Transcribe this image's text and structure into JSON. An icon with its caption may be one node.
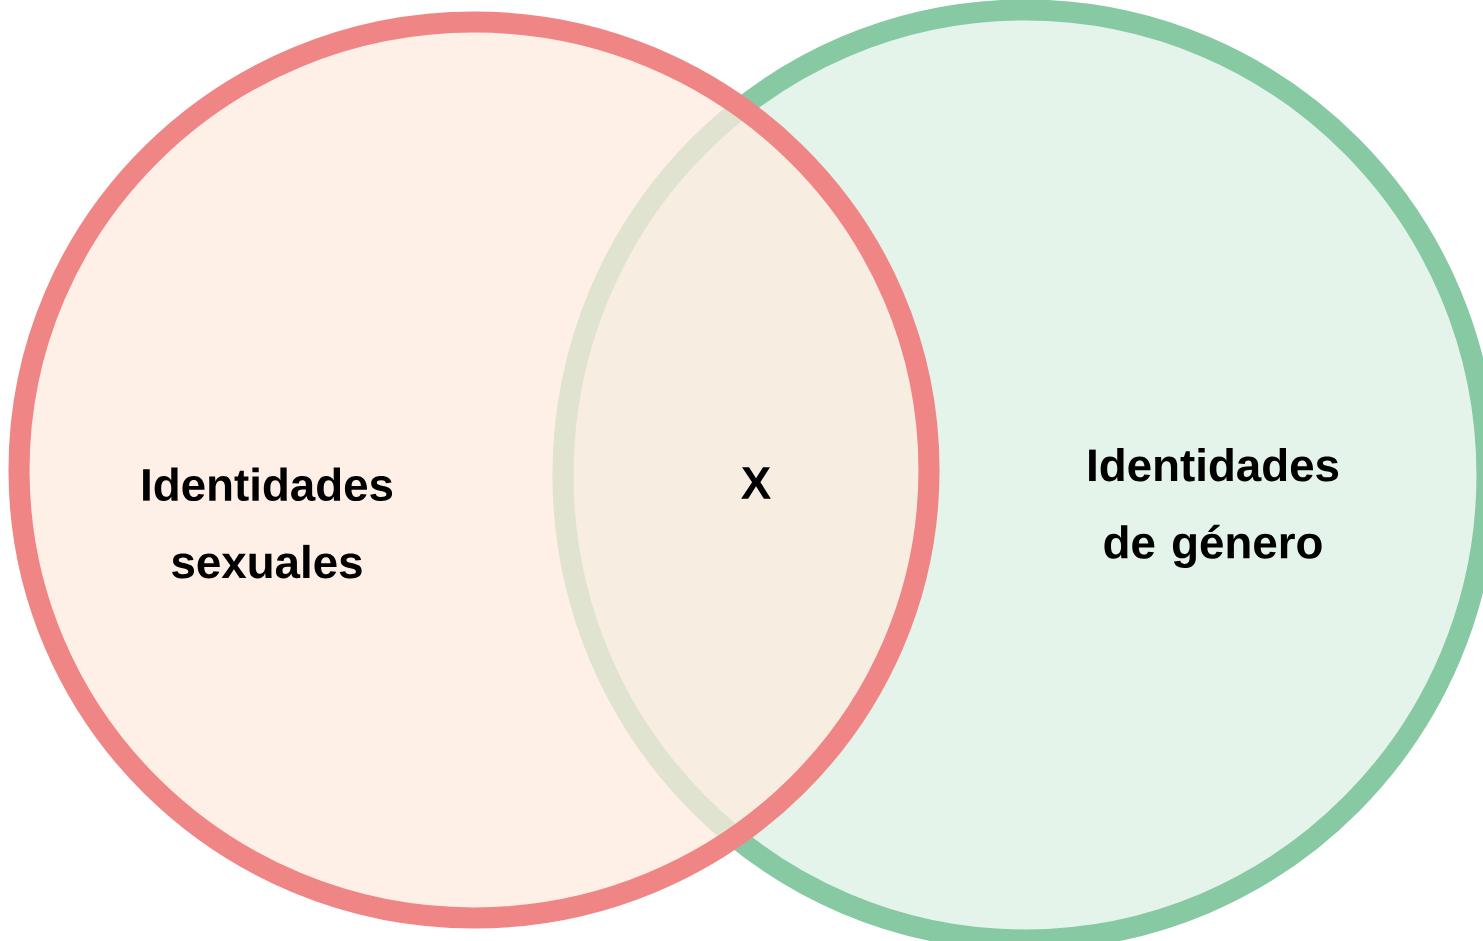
{
  "diagram": {
    "nodes": [
      {
        "text": [
          "Identidades sexuales"
        ]
      },
      {
        "text": [
          "Identidades de género"
        ]
      }
    ],
    "labels": [
      "X"
    ]
  }
}
